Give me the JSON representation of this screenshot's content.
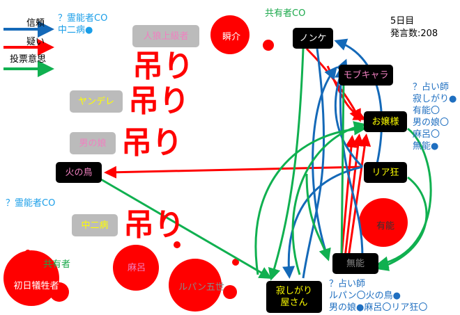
{
  "legend": {
    "trust": "信頼",
    "doubt": "疑い",
    "vote": "投票意思"
  },
  "colors": {
    "trust": "#1469b8",
    "doubt": "#ff0000",
    "vote": "#10b050"
  },
  "status": {
    "day": "5日目",
    "posts": "発言数:208"
  },
  "hang_label": "吊り",
  "nodes": {
    "shunsuke": "瞬介",
    "nonke": "ノンケ",
    "mob": "モブキャラ",
    "ojousama": "お嬢様",
    "riakyo": "リア狂",
    "hinotori": "火の鳥",
    "yuno": "有能",
    "muno": "無能",
    "sabishi1": "寂しがり",
    "sabishi2": "屋さん",
    "first": "初日犠牲者",
    "maro": "麻呂",
    "lupin": "ルパン五世",
    "jinro": "人狼上級者",
    "yandere": "ヤンデレ",
    "otokonoko": "男の娘",
    "chuni": "中二病"
  },
  "notes": {
    "chuni_co": [
      "？霊能者CO",
      "中二病●"
    ],
    "kyoyu_co": "共有者CO",
    "kyoyu": "共有者",
    "reino_co2": "？霊能者CO",
    "uranai1": [
      "？占い師",
      "寂しがり●",
      "有能〇",
      "男の娘〇",
      "麻呂〇",
      "無能●"
    ],
    "uranai2": [
      "？占い師",
      "ルパン〇火の鳥●",
      "男の娘●麻呂〇リア狂〇"
    ]
  }
}
